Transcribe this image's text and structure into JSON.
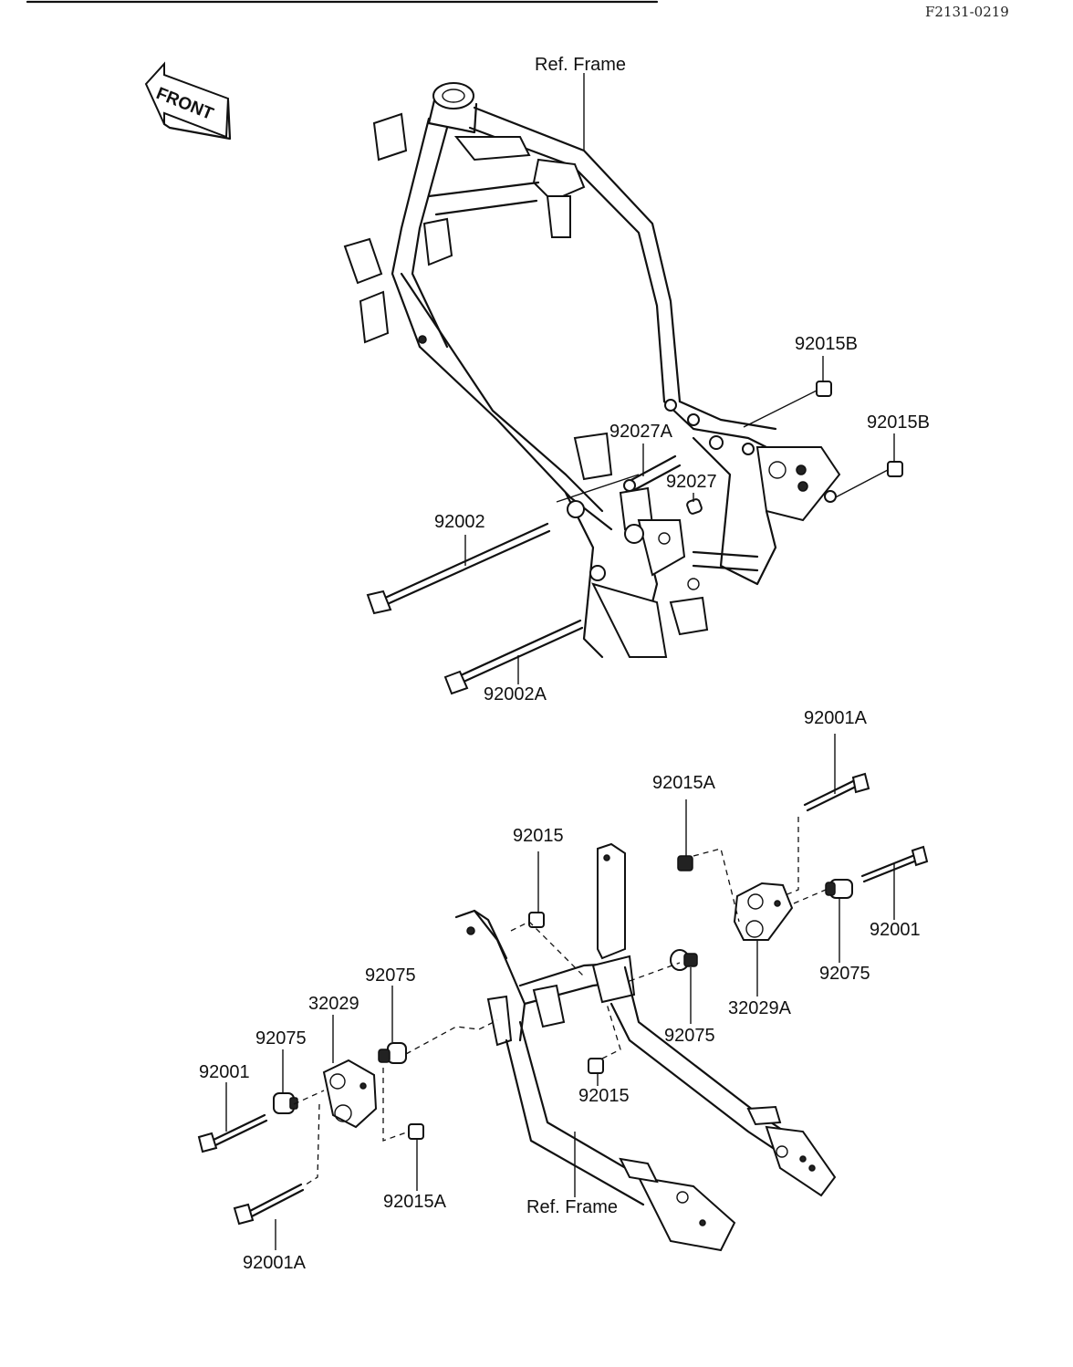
{
  "header": {
    "code": "F2131-0219"
  },
  "front_arrow": {
    "label": "FRONT"
  },
  "labels": {
    "ref_frame_top": "Ref. Frame",
    "p92015B_1": "92015B",
    "p92015B_2": "92015B",
    "p92027A": "92027A",
    "p92027": "92027",
    "p92002": "92002",
    "p92002A": "92002A",
    "p92001A_right": "92001A",
    "p92015A_top": "92015A",
    "p92015_top": "92015",
    "p92001_right": "92001",
    "p92075_right": "92075",
    "p32029A": "32029A",
    "p92075_center": "92075",
    "p92015_center": "92015",
    "p92075_left_top": "92075",
    "p32029": "32029",
    "p92075_left": "92075",
    "p92001_left": "92001",
    "p92015A_bottom": "92015A",
    "ref_frame_bottom": "Ref. Frame",
    "p92001A_bottom": "92001A"
  }
}
